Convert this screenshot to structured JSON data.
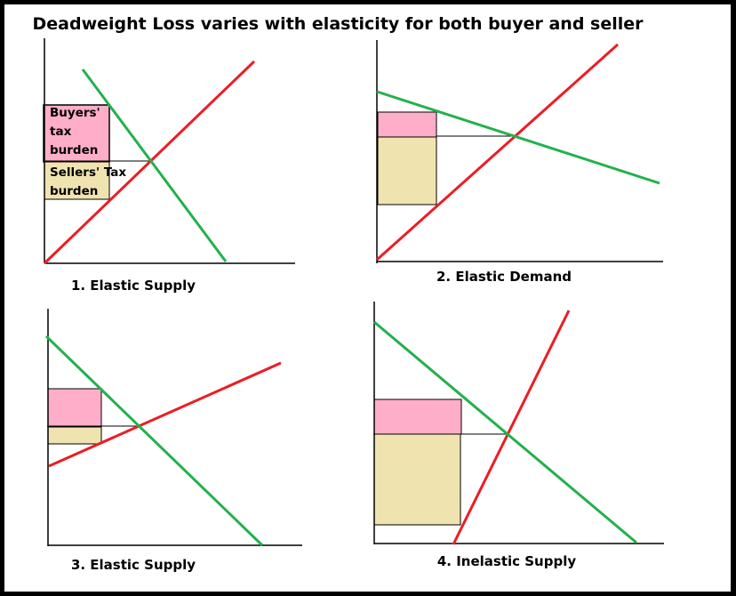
{
  "title": "Deadweight Loss varies with elasticity for both buyer and seller",
  "colors": {
    "supply": "#ed1c24",
    "demand": "#22b14c",
    "buyers_burden": "#ffaec9",
    "sellers_burden": "#efe4b0",
    "border": "#000000"
  },
  "panels": [
    {
      "label": "1. Elastic Supply",
      "buyers_text": [
        "Buyers'",
        "tax",
        "burden"
      ],
      "sellers_text": [
        "Sellers' Tax",
        "burden"
      ]
    },
    {
      "label": "2. Elastic Demand"
    },
    {
      "label": "3. Elastic Supply"
    },
    {
      "label": "4. Inelastic Supply"
    }
  ]
}
